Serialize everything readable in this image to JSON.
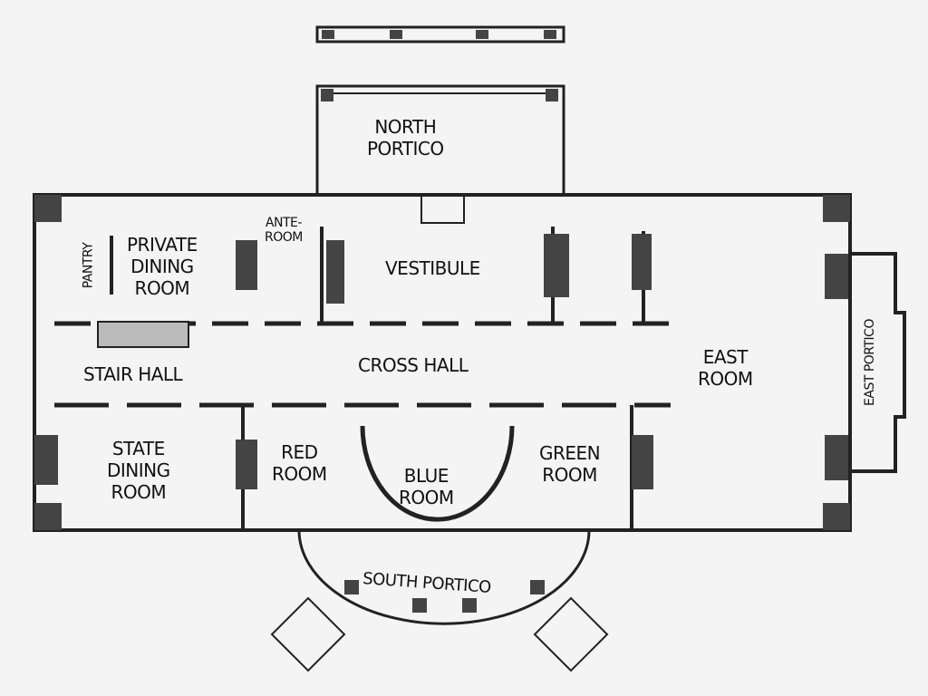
{
  "floorplan": {
    "rooms": {
      "north_portico": "NORTH\nPORTICO",
      "pantry": "PANTRY",
      "private_dining_room": "PRIVATE\nDINING\nROOM",
      "ante_room": "ANTE-\nROOM",
      "vestibule": "VESTIBULE",
      "stair_hall": "STAIR HALL",
      "cross_hall": "CROSS HALL",
      "east_room": "EAST\nROOM",
      "east_portico": "EAST PORTICO",
      "state_dining_room": "STATE\nDINING\nROOM",
      "red_room": "RED\nROOM",
      "blue_room": "BLUE\nROOM",
      "green_room": "GREEN\nROOM",
      "south_portico": "SOUTH PORTICO"
    },
    "colors": {
      "background": "#f4f4f4",
      "wall": "#2a2a2a",
      "wall_fill": "#555555",
      "text": "#111111"
    }
  }
}
